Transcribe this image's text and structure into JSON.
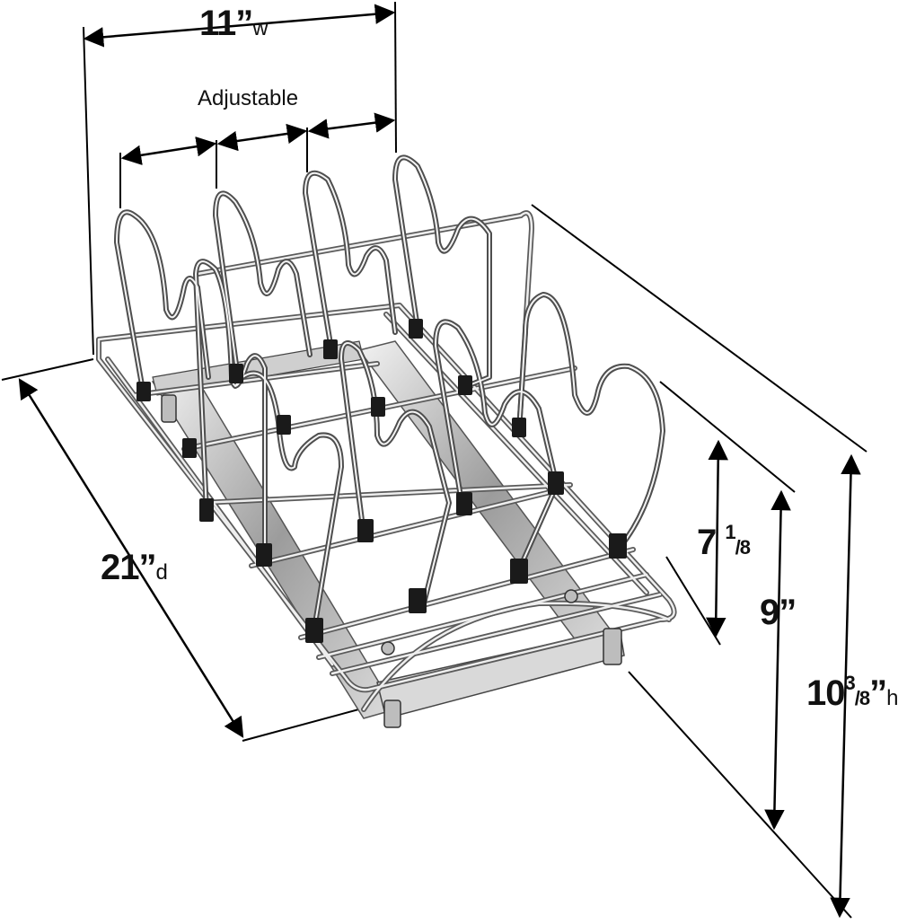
{
  "dimensions": {
    "width": {
      "value": "11",
      "mark": "”",
      "unit": "w"
    },
    "adjustable_label": "Adjustable",
    "depth": {
      "value": "21",
      "mark": "”",
      "unit": "d"
    },
    "height_small": {
      "whole": "7",
      "frac_num": "1",
      "frac_den": "8"
    },
    "height_mid": {
      "value": "9",
      "mark": "”"
    },
    "height_total": {
      "whole": "10",
      "frac_num": "3",
      "frac_den": "8",
      "mark": "”",
      "unit": "h"
    }
  },
  "colors": {
    "chrome_dark": "#4a4a4a",
    "chrome_mid": "#9a9a9a",
    "chrome_light": "#e6e6e6",
    "clip": "#1a1a1a",
    "dimension_line": "#000000"
  }
}
